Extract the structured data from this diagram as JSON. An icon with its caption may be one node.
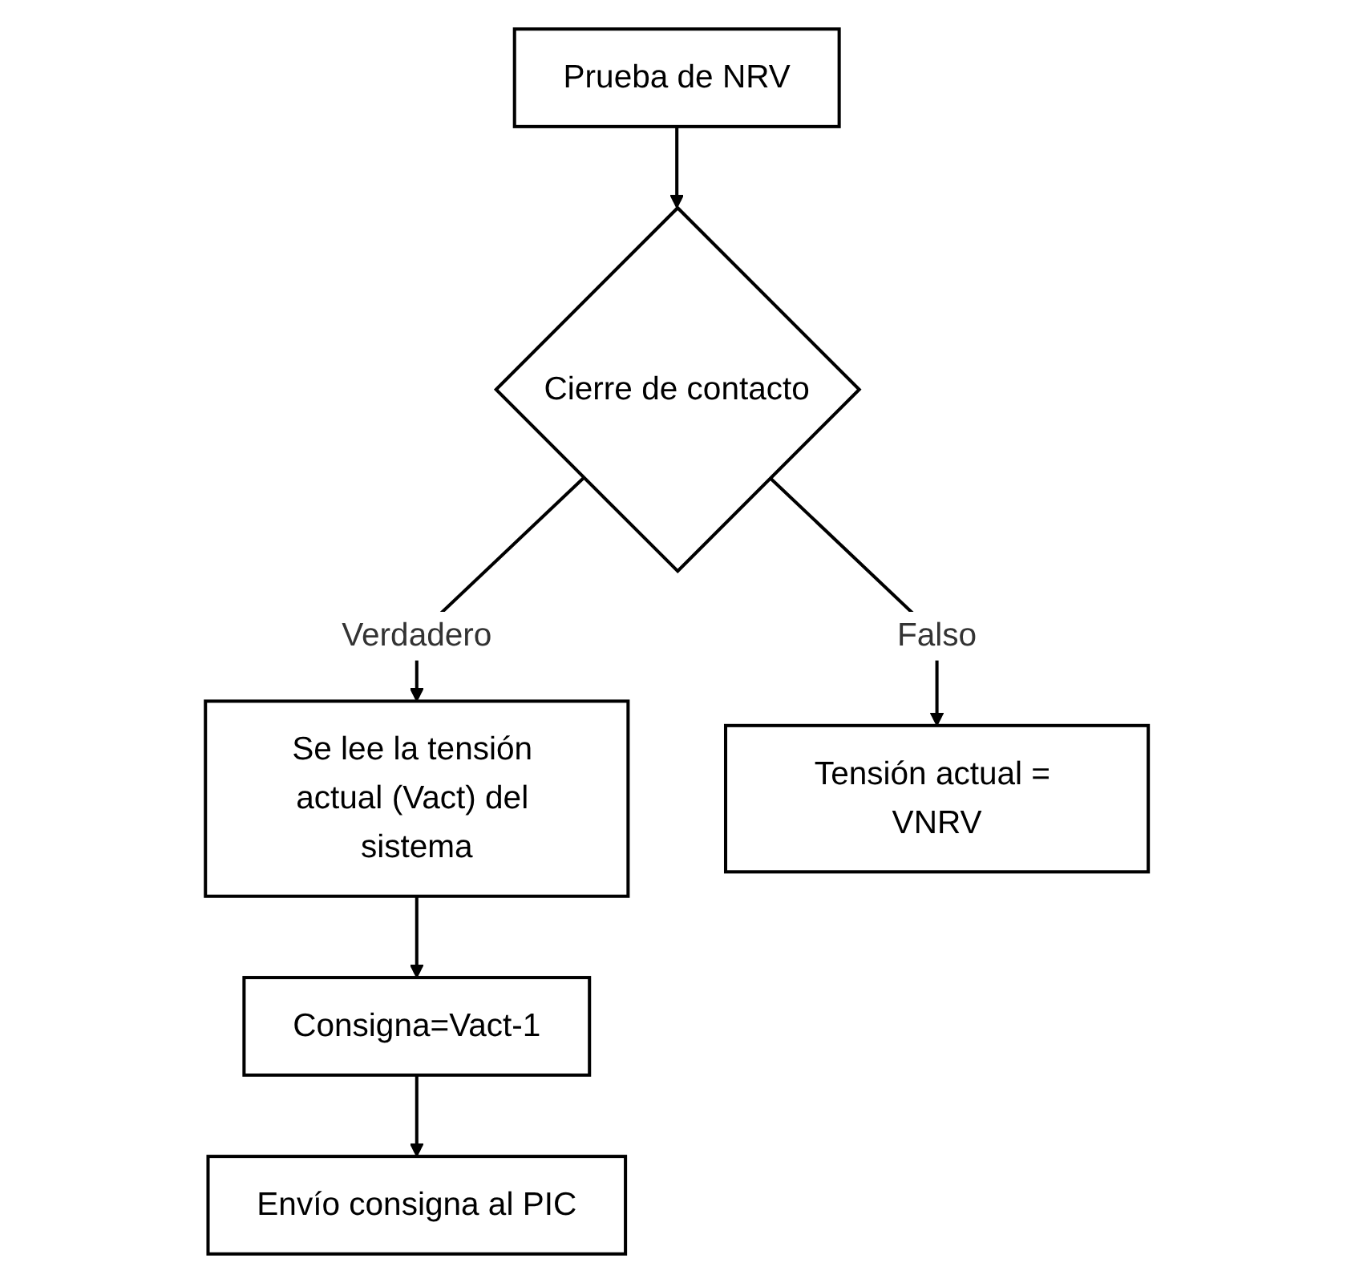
{
  "diagram": {
    "nodes": [
      {
        "text": [
          "Prueba de NRV"
        ]
      },
      {
        "text": [
          "Cierre de contacto"
        ]
      },
      {
        "text": [
          "Se lee la tensión actual (Vact) del sistema"
        ]
      },
      {
        "text": [
          "Tensión actual = VNRV"
        ]
      },
      {
        "text": [
          "Consigna=Vact-1"
        ]
      },
      {
        "text": [
          "Envío consigna al PIC"
        ]
      }
    ],
    "edges": [
      {
        "from": 0,
        "to": 1,
        "arrow": "to"
      },
      {
        "from": 1,
        "to": 2,
        "arrow": "to",
        "label": "Verdadero"
      },
      {
        "from": 1,
        "to": 3,
        "arrow": "to",
        "label": "Falso"
      },
      {
        "from": 2,
        "to": 4,
        "arrow": "to"
      },
      {
        "from": 4,
        "to": 5,
        "arrow": "to"
      }
    ]
  }
}
